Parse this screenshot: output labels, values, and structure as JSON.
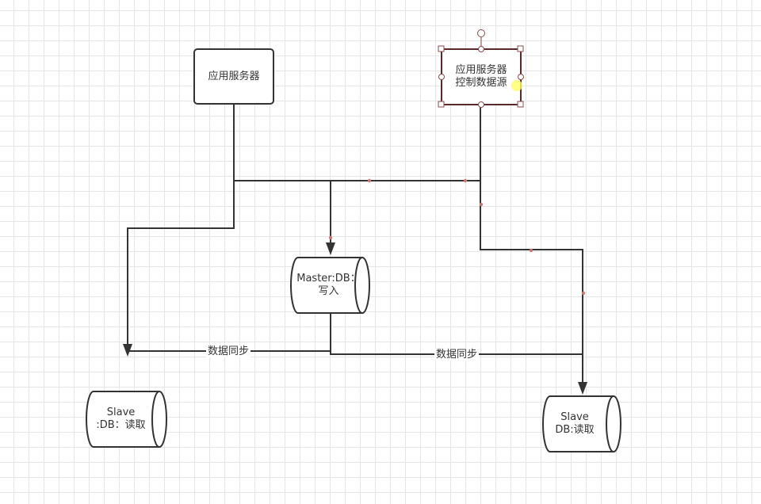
{
  "nodes": {
    "app_server": {
      "label": "应用服务器"
    },
    "app_server_ctrl": {
      "line1": "应用服务器",
      "line2": "控制数据源"
    },
    "master_db": {
      "line1": "Master:DB：",
      "line2": "写入"
    },
    "slave_db_left": {
      "line1": "Slave",
      "line2": ":DB：读取"
    },
    "slave_db_right": {
      "line1": "Slave",
      "line2": "DB:读取"
    }
  },
  "edges": {
    "sync_left": "数据同步",
    "sync_right": "数据同步"
  },
  "colors": {
    "stroke": "#333333",
    "selected_stroke": "#5a2a2a",
    "handle": "#b85c5c",
    "pointer": "#ffff66"
  }
}
